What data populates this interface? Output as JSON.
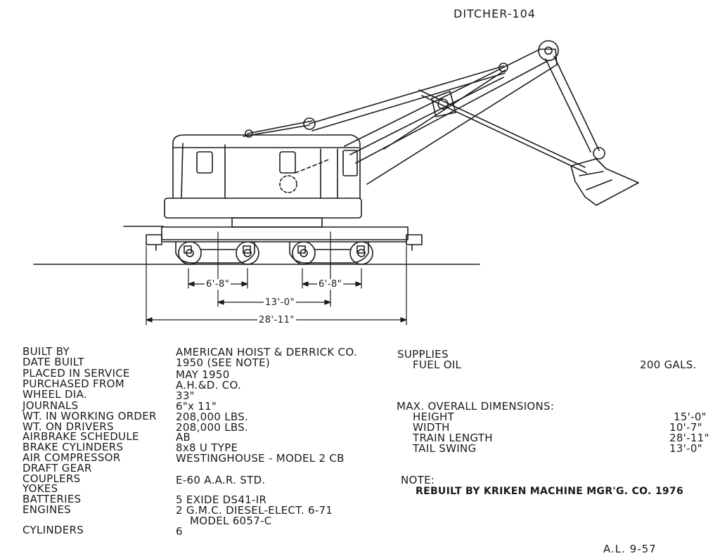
{
  "title": "DITCHER-104",
  "dimensions": {
    "truck_wheelbase_left": "6'-8\"",
    "truck_wheelbase_right": "6'-8\"",
    "truck_centers": "13'-0\"",
    "overall_length": "28'-11\""
  },
  "specs": [
    {
      "label": "BUILT BY",
      "value": "AMERICAN HOIST & DERRICK CO."
    },
    {
      "label": "DATE BUILT",
      "value": "1950 (SEE NOTE)"
    },
    {
      "label": "PLACED IN SERVICE",
      "value": "MAY 1950"
    },
    {
      "label": "PURCHASED FROM",
      "value": "A.H.&D. CO."
    },
    {
      "label": "WHEEL DIA.",
      "value": "33\""
    },
    {
      "label": "JOURNALS",
      "value": "6\"x 11\""
    },
    {
      "label": "WT. IN WORKING ORDER",
      "value": "208,000 LBS."
    },
    {
      "label": "WT. ON DRIVERS",
      "value": "208,000 LBS."
    },
    {
      "label": "AIRBRAKE SCHEDULE",
      "value": "AB"
    },
    {
      "label": "BRAKE CYLINDERS",
      "value": "8x8 U TYPE"
    },
    {
      "label": "AIR COMPRESSOR",
      "value": "WESTINGHOUSE - MODEL 2 CB"
    },
    {
      "label": "DRAFT GEAR",
      "value": ""
    },
    {
      "label": "COUPLERS",
      "value": "E-60 A.A.R. STD."
    },
    {
      "label": "YOKES",
      "value": ""
    },
    {
      "label": "BATTERIES",
      "value": "5 EXIDE DS41-IR"
    },
    {
      "label": "ENGINES",
      "value": "2 G.M.C. DIESEL-ELECT. 6-71"
    },
    {
      "label": "",
      "value": "MODEL 6057-C"
    },
    {
      "label": "CYLINDERS",
      "value": "6"
    }
  ],
  "supplies": {
    "heading": "SUPPLIES",
    "items": [
      {
        "label": "FUEL OIL",
        "value": "200 GALS."
      }
    ]
  },
  "overall_dimensions": {
    "heading": "MAX. OVERALL DIMENSIONS:",
    "items": [
      {
        "label": "HEIGHT",
        "value": "15'-0\""
      },
      {
        "label": "WIDTH",
        "value": "10'-7\""
      },
      {
        "label": "TRAIN LENGTH",
        "value": "28'-11\""
      },
      {
        "label": "TAIL SWING",
        "value": "13'-0\""
      }
    ]
  },
  "note": {
    "heading": "NOTE:",
    "text": "REBUILT BY KRIKEN MACHINE MGR'G. CO. 1976"
  },
  "drawing_number": "A.L. 9-57",
  "colors": {
    "ink": "#1a1a1a",
    "paper": "#ffffff"
  }
}
